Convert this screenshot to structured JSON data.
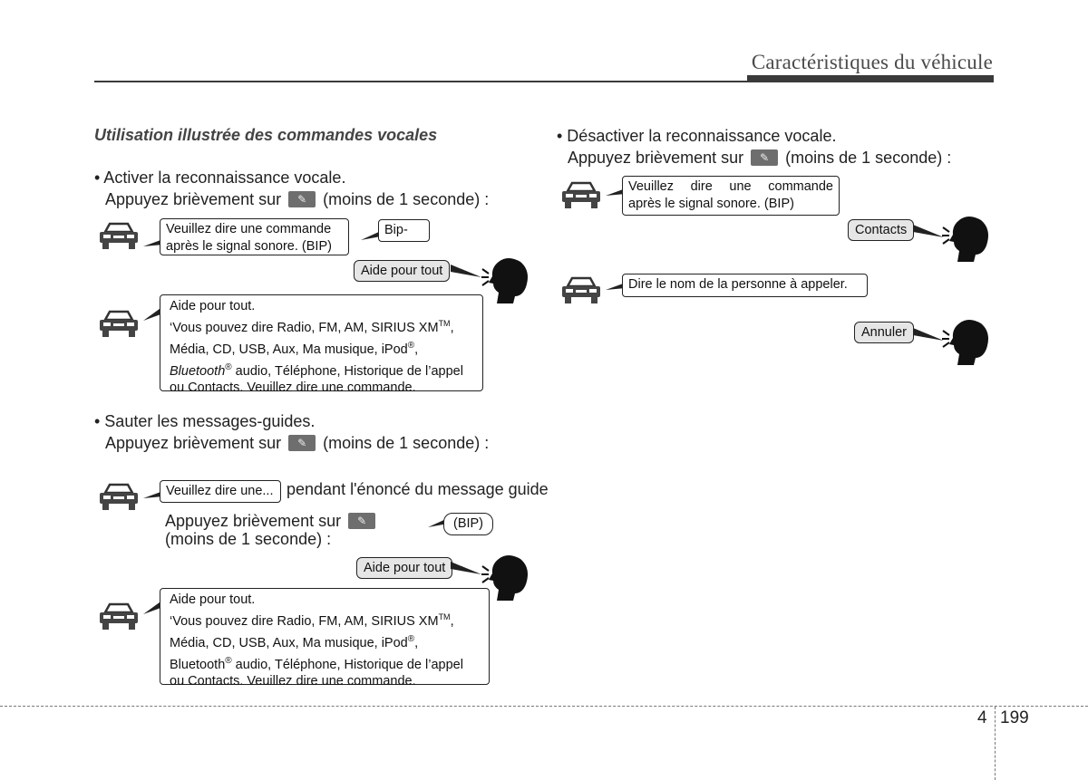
{
  "header": {
    "title": "Caractéristiques du véhicule"
  },
  "section_title": "Utilisation illustrée des commandes vocales",
  "left": {
    "activate": {
      "bullet": "• Activer la reconnaissance vocale.",
      "line_pre": "Appuyez brièvement sur",
      "line_post": "(moins de 1 seconde) :",
      "system_prompt": [
        "Veuillez dire une commande",
        "après le signal sonore. (BIP)"
      ],
      "beep": "Bip-",
      "user_says": "Aide pour tout",
      "help_response": {
        "line1": "Aide pour tout.",
        "line2_pre": "‘Vous pouvez dire Radio, FM, AM, SIRIUS XM",
        "tm": "TM",
        "line2_post": ",",
        "line3_pre": "Média, CD, USB, Aux, Ma musique, iPod",
        "reg": "®",
        "line3_post": ",",
        "line4_italic": "Bluetooth",
        "line4_rest": " audio, Téléphone, Historique de l’appel",
        "line5": "ou Contacts. Veuillez dire une commande."
      }
    },
    "skip": {
      "bullet": "• Sauter les messages-guides.",
      "line_pre": "Appuyez brièvement sur",
      "line_post": "(moins de 1 seconde) :",
      "system_prompt": "Veuillez dire une...",
      "during_text": "pendant l'énoncé du message guide",
      "press_pre": "Appuyez brièvement sur",
      "press_post": "(moins de 1 seconde) :",
      "beep": "(BIP)",
      "user_says": "Aide pour tout",
      "help_response": {
        "line1": "Aide pour tout.",
        "line2_pre": "‘Vous pouvez dire Radio, FM, AM, SIRIUS XM",
        "tm": "TM",
        "line2_post": ",",
        "line3_pre": "Média, CD, USB, Aux, Ma musique, iPod",
        "reg": "®",
        "line3_post": ",",
        "line4_plain": "Bluetooth",
        "line4_rest": " audio, Téléphone, Historique de l’appel",
        "line5": "ou Contacts. Veuillez dire une commande."
      }
    }
  },
  "right": {
    "deactivate": {
      "bullet": "• Désactiver la reconnaissance vocale.",
      "line_pre": "Appuyez brièvement sur",
      "line_post": "(moins de 1 seconde) :",
      "system_prompt": [
        "Veuillez dire une commande",
        "après le signal sonore. (BIP)"
      ],
      "user_contacts": "Contacts",
      "system_name": "Dire le nom de la personne à appeler.",
      "user_cancel": "Annuler"
    }
  },
  "footer": {
    "chapter": "4",
    "page": "199"
  }
}
